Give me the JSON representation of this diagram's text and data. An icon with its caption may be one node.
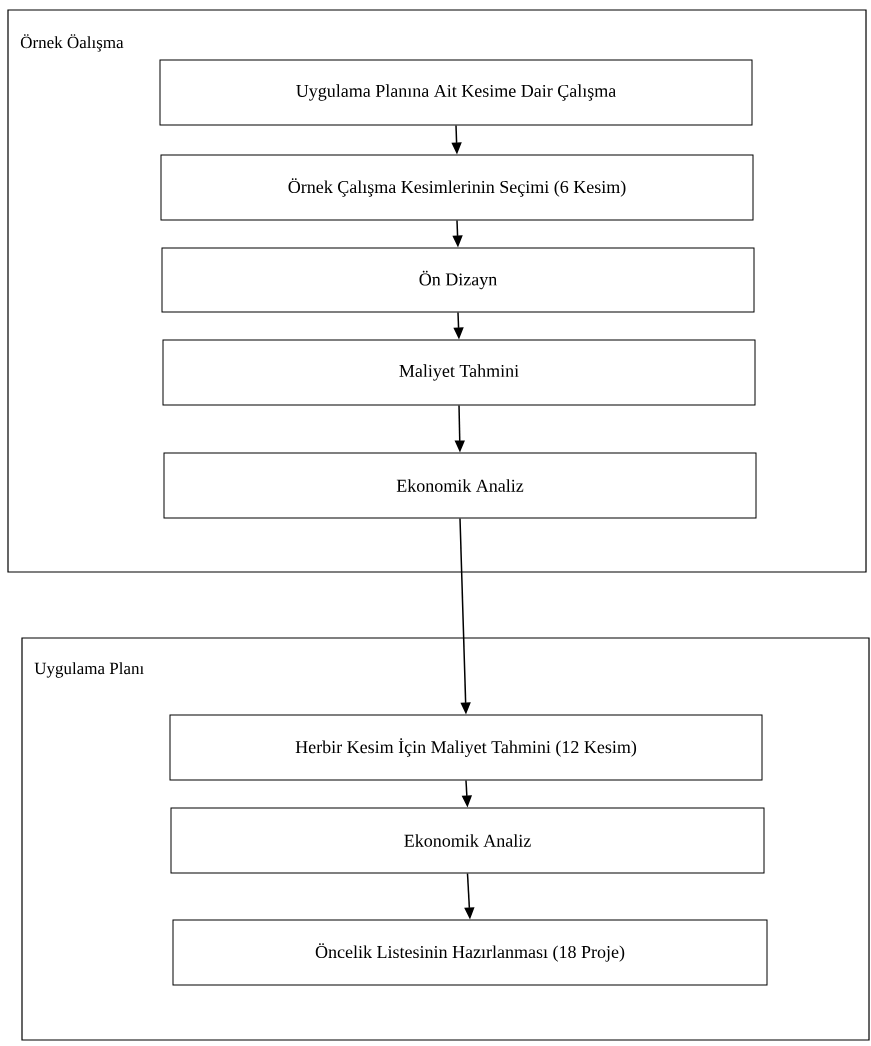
{
  "diagram": {
    "nodes": [
      {
        "text": [
          "Örnek Öalışma"
        ]
      },
      {
        "text": [
          "Uygulama Planına Ait Kesime Dair Çalışma"
        ],
        "in": 0
      },
      {
        "text": [
          "Örnek Çalışma Kesimlerinin Seçimi (6 Kesim)"
        ],
        "in": 0
      },
      {
        "text": [
          "Ön Dizayn"
        ],
        "in": 0
      },
      {
        "text": [
          "Maliyet Tahmini"
        ],
        "in": 0
      },
      {
        "text": [
          "Ekonomik Analiz"
        ],
        "in": 0
      },
      {
        "text": [
          "Uygulama Planı"
        ]
      },
      {
        "text": [
          "Herbir Kesim İçin Maliyet Tahmini (12 Kesim)"
        ],
        "in": 6
      },
      {
        "text": [
          "Ekonomik Analiz"
        ],
        "in": 6
      },
      {
        "text": [
          "Öncelik Listesinin Hazırlanması (18 Proje)"
        ],
        "in": 6
      }
    ],
    "edges": [
      {
        "from": 1,
        "to": 2,
        "arrow": "to"
      },
      {
        "from": 2,
        "to": 3,
        "arrow": "to"
      },
      {
        "from": 3,
        "to": 4,
        "arrow": "to"
      },
      {
        "from": 4,
        "to": 5,
        "arrow": "to"
      },
      {
        "from": 5,
        "to": 7,
        "arrow": "to"
      },
      {
        "from": 7,
        "to": 8,
        "arrow": "to"
      },
      {
        "from": 8,
        "to": 9,
        "arrow": "to"
      }
    ]
  }
}
